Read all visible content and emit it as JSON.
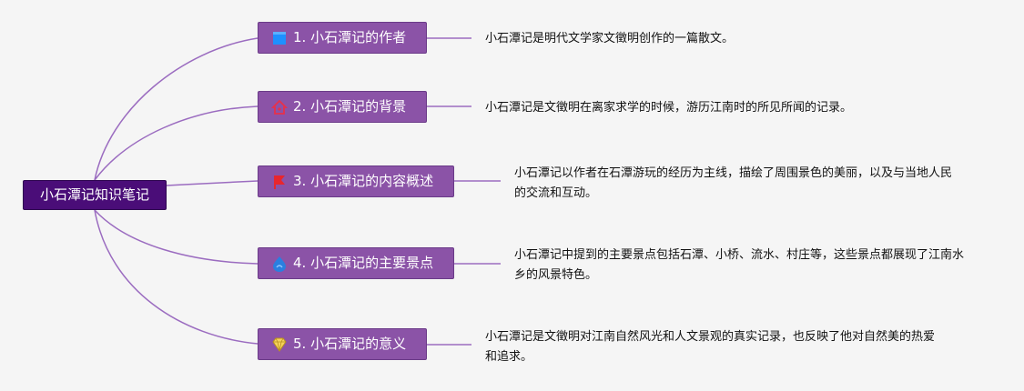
{
  "root": {
    "label": "小石潭记知识笔记"
  },
  "topics": [
    {
      "label": "1. 小石潭记的作者",
      "icon": "blue-square-icon",
      "note": "小石潭记是明代文学家文徵明创作的一篇散文。"
    },
    {
      "label": "2. 小石潭记的背景",
      "icon": "home-icon",
      "note": "小石潭记是文徵明在离家求学的时候，游历江南时的所见所闻的记录。"
    },
    {
      "label": "3. 小石潭记的内容概述",
      "icon": "red-flag-icon",
      "note": "小石潭记以作者在石潭游玩的经历为主线，描绘了周围景色的美丽，以及与当地人民的交流和互动。"
    },
    {
      "label": "4. 小石潭记的主要景点",
      "icon": "water-drop-icon",
      "note": "小石潭记中提到的主要景点包括石潭、小桥、流水、村庄等，这些景点都展现了江南水乡的风景特色。"
    },
    {
      "label": "5. 小石潭记的意义",
      "icon": "diamond-icon",
      "note": "小石潭记是文徵明对江南自然风光和人文景观的真实记录，也反映了他对自然美的热爱和追求。"
    }
  ],
  "colors": {
    "root_bg": "#4a0d78",
    "topic_bg": "#8b53a7",
    "connector": "#9b6cc0"
  }
}
